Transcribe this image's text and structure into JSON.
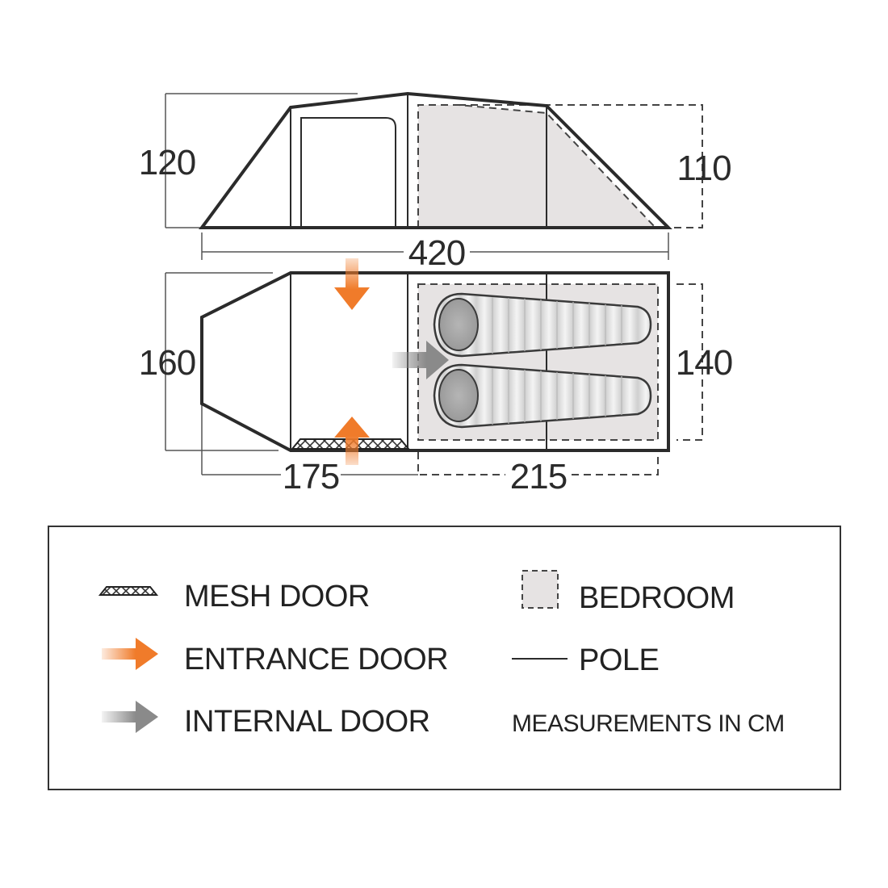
{
  "dimensions": {
    "height_front": "120",
    "height_rear": "110",
    "length_total": "420",
    "width_front": "160",
    "width_rear": "140",
    "length_porch": "175",
    "length_bedroom": "215"
  },
  "legend": {
    "mesh_door": "MESH DOOR",
    "entrance_door": "ENTRANCE DOOR",
    "internal_door": "INTERNAL DOOR",
    "bedroom": "BEDROOM",
    "pole": "POLE",
    "note": "MEASUREMENTS IN CM"
  },
  "colors": {
    "outline": "#2b2b2b",
    "entrance_arrow": "#f07b2a",
    "internal_arrow": "#8a8a8a",
    "bedroom_fill": "#e6e3e3"
  }
}
